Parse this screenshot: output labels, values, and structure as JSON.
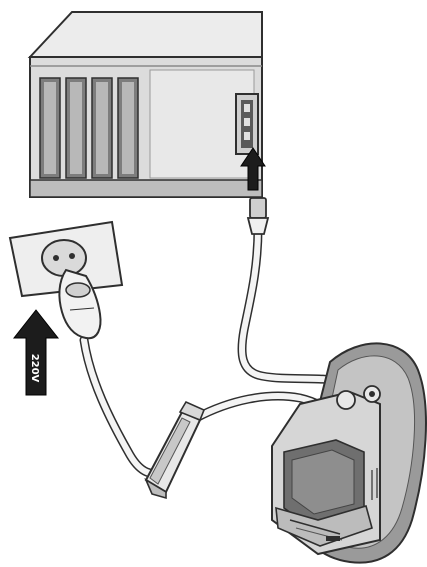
{
  "figure": {
    "arrow_label": "220V",
    "colors": {
      "line": "#2f2f2f",
      "shade_dark": "#7d7d7d",
      "shade_mid": "#b8b8b8",
      "shade_light": "#e6e6e6",
      "cable": "#f4f4f4",
      "arrow": "#1c1c1c"
    },
    "components": [
      {
        "name": "computer-case",
        "icon": "computer-tower-icon"
      },
      {
        "name": "wall-outlet",
        "icon": "power-socket-icon"
      },
      {
        "name": "power-plug",
        "icon": "power-plug-icon"
      },
      {
        "name": "usb-connector",
        "icon": "usb-plug-icon"
      },
      {
        "name": "data-connector",
        "icon": "parallel-connector-icon"
      },
      {
        "name": "device-cradle",
        "icon": "card-reader-dock-icon"
      }
    ]
  }
}
